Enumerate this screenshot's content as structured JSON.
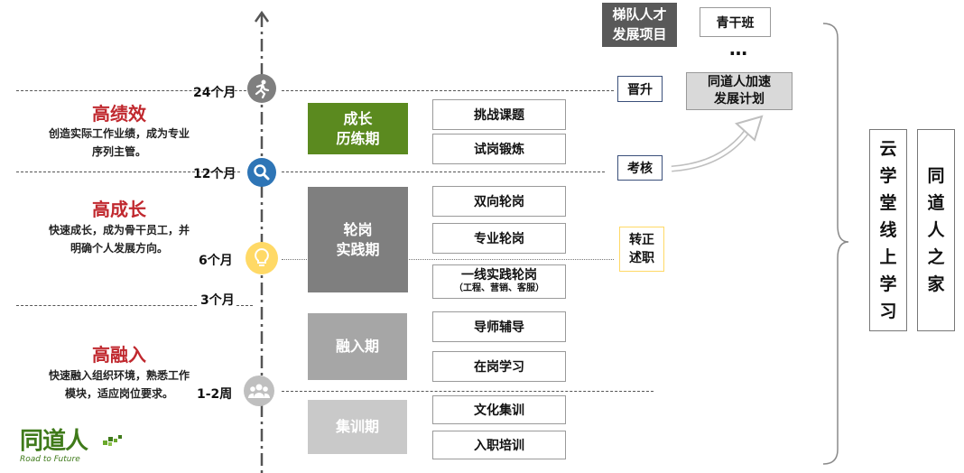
{
  "timeline": {
    "t24": "24个月",
    "t12": "12个月",
    "t6": "6个月",
    "t3": "3个月",
    "t12w": "1-2周"
  },
  "left": [
    {
      "title": "高绩效",
      "desc1": "创造实际工作业绩，成为专业",
      "desc2": "序列主管。"
    },
    {
      "title": "高成长",
      "desc1": "快速成长，成为骨干员工，并",
      "desc2": "明确个人发展方向。"
    },
    {
      "title": "高融入",
      "desc1": "快速融入组织环境，熟悉工作",
      "desc2": "模块，适应岗位要求。"
    }
  ],
  "stages": {
    "growth1": "成长",
    "growth2": "历练期",
    "rotate1": "轮岗",
    "rotate2": "实践期",
    "integrate": "融入期",
    "train": "集训期"
  },
  "items": {
    "challenge": "挑战课题",
    "trial": "试岗锻炼",
    "bidir": "双向轮岗",
    "pro": "专业轮岗",
    "frontline": "一线实践轮岗",
    "frontline_sub": "（工程、营销、客服）",
    "mentor": "导师辅导",
    "onjob": "在岗学习",
    "culture": "文化集训",
    "entry": "入职培训"
  },
  "tags": {
    "promote": "晋升",
    "assess": "考核",
    "regular1": "转正",
    "regular2": "述职"
  },
  "ladder": {
    "line1": "梯队人才",
    "line2": "发展项目",
    "youth": "青干班",
    "dots": "…",
    "accel1": "同道人加速",
    "accel2": "发展计划"
  },
  "right": {
    "yunxue": [
      "云",
      "学",
      "堂",
      "线",
      "上",
      "学",
      "习"
    ],
    "home": [
      "同",
      "道",
      "人",
      "之",
      "家"
    ]
  },
  "logo": {
    "name": "同道人",
    "slogan": "Road to Future"
  },
  "colors": {
    "green": "#5b8a1f",
    "darkgray": "#7f7f7f",
    "midgray": "#a6a6a6",
    "lightgray": "#c9c9c9",
    "red": "#c0282e",
    "blue": "#2e75b6",
    "yellow": "#ffd966"
  }
}
